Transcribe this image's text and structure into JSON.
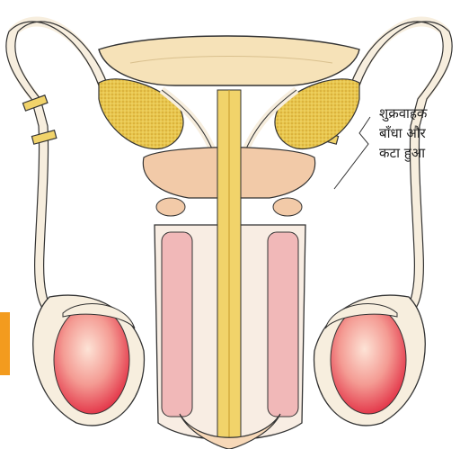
{
  "annotation": {
    "line1": "शुक्रवाहक",
    "line2": "बाँधा और",
    "line3": "कटा हुआ"
  },
  "colors": {
    "bladder": "#f6e2b8",
    "testis_center": "#fbd6c6",
    "testis_edge": "#e43a4c",
    "seminal_vesicle": "#e9c74e",
    "prostate": "#f2caa8",
    "penis_tissue": "#f1b8b8",
    "urethra": "#f1d36a",
    "duct_fill": "#f7eede",
    "outline": "#222222",
    "side_tab": "#f39b1e"
  }
}
